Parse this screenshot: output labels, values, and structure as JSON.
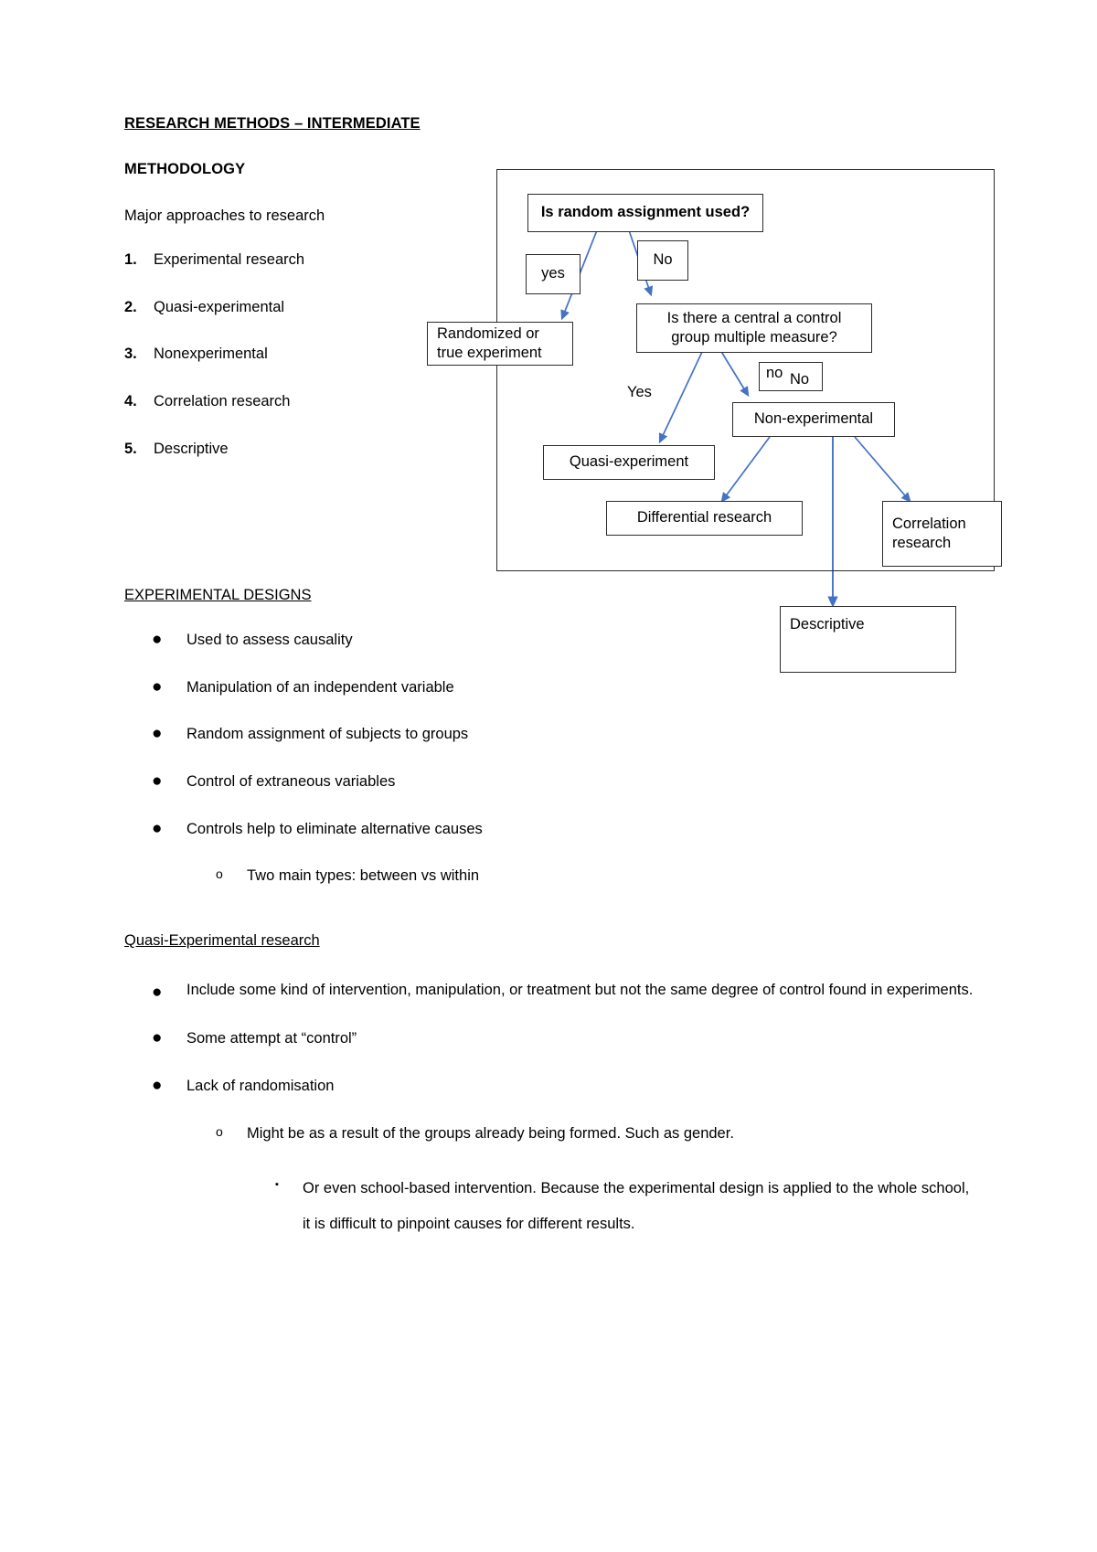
{
  "document": {
    "title": "RESEARCH METHODS – INTERMEDIATE",
    "section_methodology": "METHODOLOGY",
    "major_approaches_intro": "Major approaches to research",
    "approaches": [
      {
        "number": "1.",
        "label": "Experimental research"
      },
      {
        "number": "2.",
        "label": "Quasi-experimental"
      },
      {
        "number": "3.",
        "label": "Nonexperimental"
      },
      {
        "number": "4.",
        "label": "Correlation research"
      },
      {
        "number": "5.",
        "label": "Descriptive"
      }
    ],
    "experimental_designs_heading": "EXPERIMENTAL DESIGNS ",
    "experimental_designs_bullets": [
      "Used to assess causality",
      "Manipulation of an independent variable",
      "Random assignment of subjects to groups",
      "Control of extraneous variables",
      "Controls help to eliminate alternative causes"
    ],
    "experimental_designs_subbullet": "Two main types: between vs within",
    "quasi_heading": "Quasi-Experimental research",
    "quasi_bullets": [
      "Include some kind of intervention, manipulation, or treatment but not the same degree of control found in experiments.",
      "Some attempt at “control”",
      "Lack of randomisation"
    ],
    "quasi_sub_o": "Might be as a result of the groups already being formed. Such as gender.",
    "quasi_sub_square": "Or even school-based intervention. Because the experimental design is applied to the whole school, it is difficult to pinpoint causes for different results.",
    "bullet_glyphs": {
      "disc": "●",
      "circle": "o",
      "square": "▪"
    }
  },
  "diagram": {
    "boxes": {
      "random_assignment": "Is random assignment used?",
      "yes_small": "yes",
      "no_small": "No",
      "randomized": "Randomized or true experiment",
      "central_control": "Is there a central a control group multiple measure?",
      "no_overlap_a": "no",
      "no_overlap_b": "No",
      "non_experimental": "Non-experimental",
      "quasi_experiment": "Quasi-experiment",
      "differential": "Differential research",
      "correlation": "Correlation research",
      "descriptive": "Descriptive"
    },
    "labels": {
      "yes_branch": "Yes"
    },
    "colors": {
      "arrow": "#4472c4",
      "box_border": "#2b2b2b",
      "text": "#000000"
    }
  }
}
